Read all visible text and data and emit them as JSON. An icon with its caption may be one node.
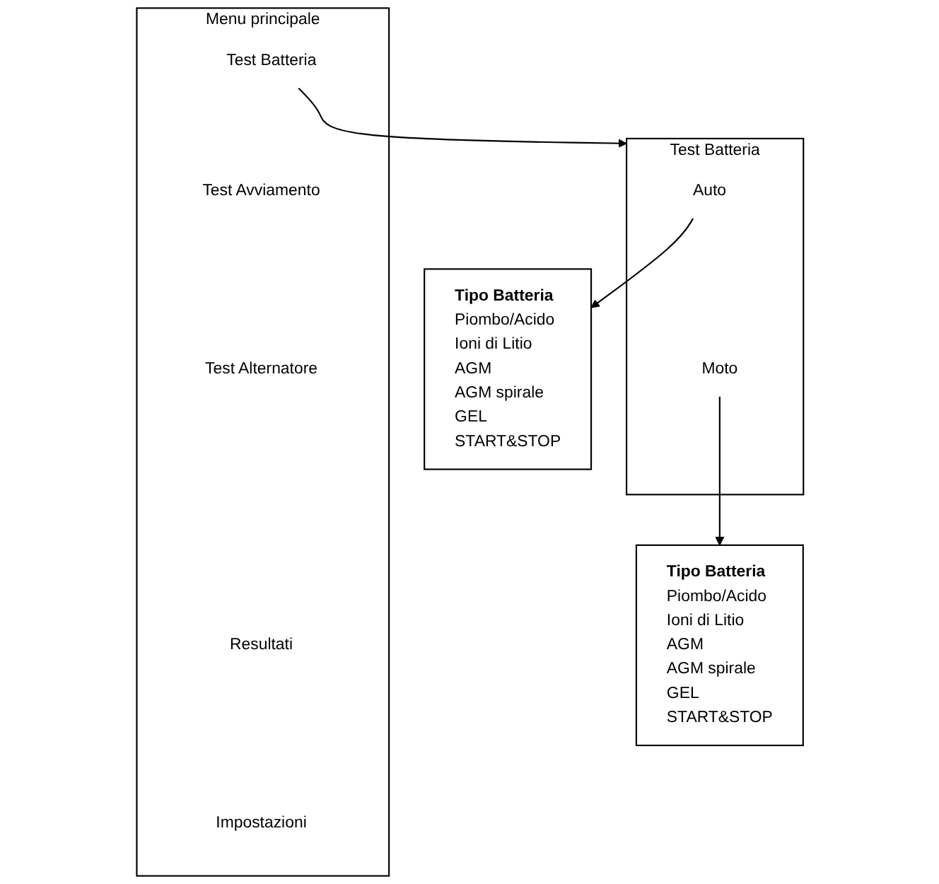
{
  "diagram": {
    "nodes": [
      {
        "text": [
          "Menu principale"
        ]
      },
      {
        "text": [
          "Test Batteria"
        ],
        "in": 0
      },
      {
        "text": [
          "Test Avviamento"
        ],
        "in": 0
      },
      {
        "text": [
          "Test Alternatore"
        ],
        "in": 0
      },
      {
        "text": [
          "Resultati"
        ],
        "in": 0
      },
      {
        "text": [
          "Impostazioni"
        ],
        "in": 0
      },
      {
        "text": [
          "Test Batteria"
        ]
      },
      {
        "text": [
          "Auto"
        ],
        "in": 6
      },
      {
        "text": [
          "Moto"
        ],
        "in": 6
      },
      {
        "text": [
          "Tipo Batteria",
          "Piombo/Acido",
          "Ioni di Litio",
          "AGM",
          "AGM spirale",
          "GEL",
          "START&STOP"
        ]
      },
      {
        "text": [
          "Tipo Batteria",
          "Piombo/Acido",
          "Ioni di Litio",
          "AGM",
          "AGM spirale",
          "GEL",
          "START&STOP"
        ]
      }
    ],
    "edges": [
      {
        "from": 1,
        "to": 6,
        "arrow": "to"
      },
      {
        "from": 8,
        "to": 9,
        "arrow": "to"
      },
      {
        "from": 7,
        "to": 10,
        "arrow": "to"
      }
    ]
  }
}
